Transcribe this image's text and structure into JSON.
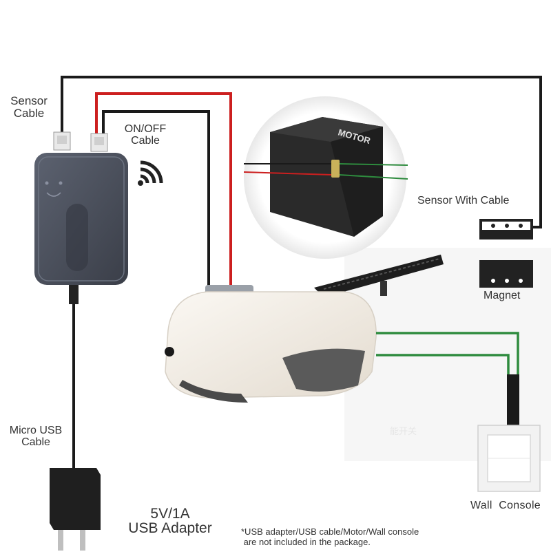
{
  "labels": {
    "sensor_cable": [
      "Sensor",
      "Cable"
    ],
    "onoff_cable": [
      "ON/OFF",
      "Cable"
    ],
    "motor": "MOTOR",
    "sensor_with_cable": "Sensor With Cable",
    "magnet": "Magnet",
    "micro_usb_cable": [
      "Micro USB",
      "Cable"
    ],
    "usb_adapter": [
      "5V/1A",
      "USB Adapter"
    ],
    "wall_console": "Wall  Console",
    "note": [
      "*USB adapter/USB cable/Motor/Wall console",
      " are not included in the package."
    ],
    "ghost_text": "能开关"
  },
  "colors": {
    "wire_black": "#1a1a1a",
    "wire_red": "#cc1f1f",
    "wire_green": "#2e8b3e",
    "device_body": "#4a4f5c",
    "opener_body": "#f1ece4",
    "motor_box": "#2a2a2a"
  }
}
